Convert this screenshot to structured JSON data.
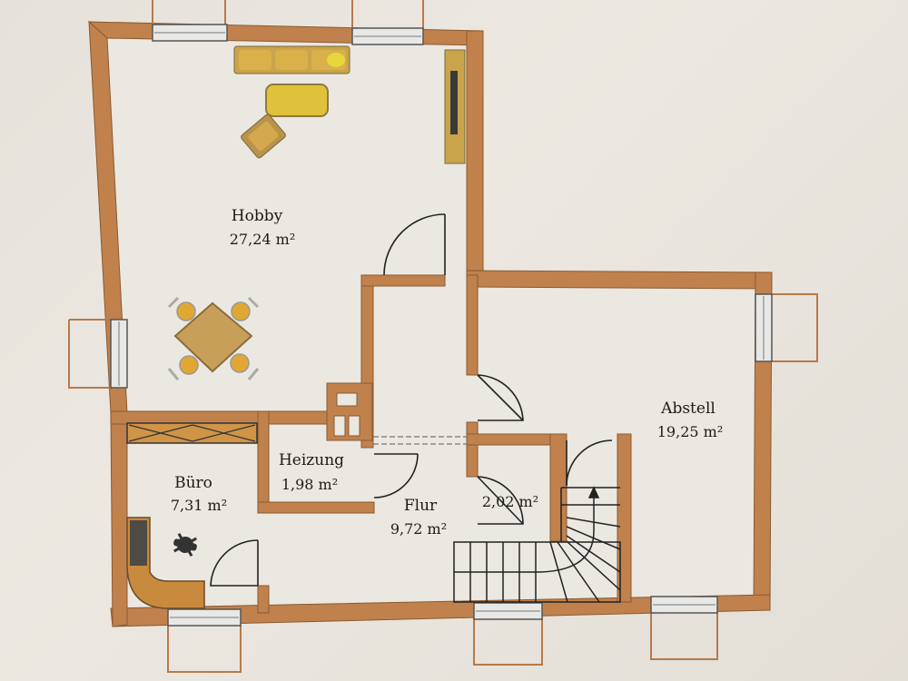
{
  "colors": {
    "paper": "#e9e5de",
    "floor": "#ebe7e1",
    "wall": "#c0814d",
    "wall_outline": "#8a5a30",
    "window": "#e8e8e6",
    "furniture": "#d9a83a",
    "furniture_dark": "#4e4a45",
    "text": "#1e1a16"
  },
  "rooms": [
    {
      "id": "hobby",
      "name": "Hobby",
      "area": "27,24 m²"
    },
    {
      "id": "abstell",
      "name": "Abstell",
      "area": "19,25 m²"
    },
    {
      "id": "heizung",
      "name": "Heizung",
      "area": "1,98 m²"
    },
    {
      "id": "buero",
      "name": "Büro",
      "area": "7,31 m²"
    },
    {
      "id": "flur",
      "name": "Flur",
      "area": "9,72 m²"
    },
    {
      "id": "storage",
      "name": "",
      "area": "2,02 m²"
    }
  ],
  "icons": [
    "sofa-icon",
    "coffee-table-icon",
    "armchair-icon",
    "tv-icon",
    "dining-table-icon",
    "dining-chair-icon",
    "office-chair-icon",
    "desk-icon",
    "shelf-icon",
    "staircase-icon",
    "window-icon",
    "door-swing-icon"
  ]
}
